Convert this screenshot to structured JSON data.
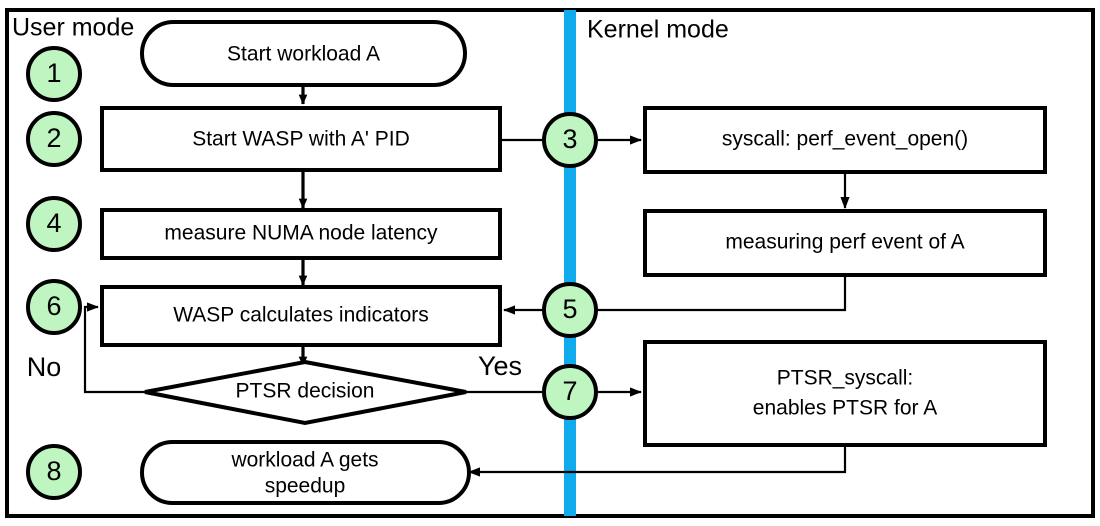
{
  "diagram": {
    "title_regions": {
      "user_mode": "User mode",
      "kernel_mode": "Kernel mode"
    },
    "colors": {
      "step_circle_fill": "#bff5c0",
      "divider": "#0fabed",
      "node_fill": "#ffffff",
      "stroke": "#000000"
    },
    "nodes": {
      "start_workload": "Start workload A",
      "start_wasp": "Start WASP with A' PID",
      "measure_numa": "measure NUMA node latency",
      "wasp_calc": "WASP calculates indicators",
      "ptsr_decision": "PTSR decision",
      "workload_speedup_line1": "workload A gets",
      "workload_speedup_line2": "speedup",
      "syscall_open": "syscall: perf_event_open()",
      "measuring_perf": "measuring perf event of A",
      "ptsr_syscall_line1": "PTSR_syscall:",
      "ptsr_syscall_line2": "enables PTSR for A"
    },
    "steps": {
      "s1": "1",
      "s2": "2",
      "s3": "3",
      "s4": "4",
      "s5": "5",
      "s6": "6",
      "s7": "7",
      "s8": "8"
    },
    "branch_labels": {
      "no": "No",
      "yes": "Yes"
    }
  }
}
